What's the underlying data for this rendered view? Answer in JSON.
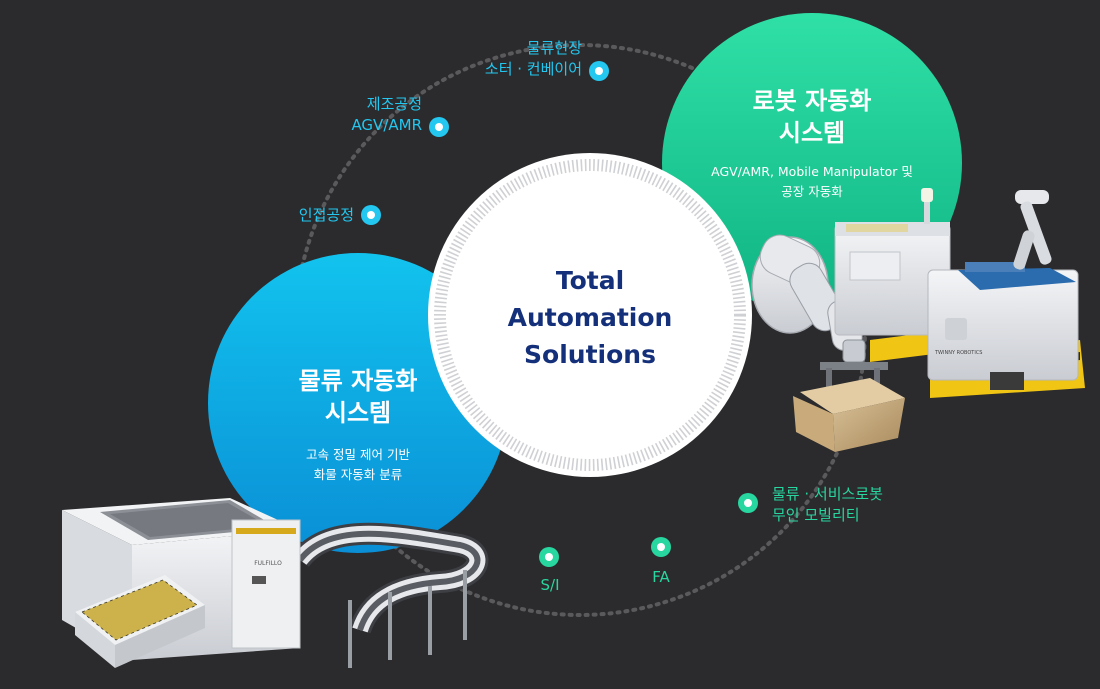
{
  "center": {
    "line1": "Total",
    "line2": "Automation",
    "line3": "Solutions"
  },
  "robot_circle": {
    "title_line1": "로봇 자동화",
    "title_line2": "시스템",
    "sub_line1": "AGV/AMR, Mobile Manipulator 및",
    "sub_line2": "공장 자동화"
  },
  "logistics_circle": {
    "title_line1": "물류 자동화",
    "title_line2": "시스템",
    "sub_line1": "고속 정밀 제어 기반",
    "sub_line2": "화물 자동화 분류"
  },
  "orbit_nodes": {
    "sorter": {
      "line1": "물류현장",
      "line2": "소터 · 컨베이어"
    },
    "agv": {
      "line1": "제조공정",
      "line2": "AGV/AMR"
    },
    "adjacent": {
      "label": "인접공정"
    },
    "mobility": {
      "line1": "물류 · 서비스로봇",
      "line2": "무인 모빌리티"
    },
    "si": {
      "label": "S/I"
    },
    "fa": {
      "label": "FA"
    }
  },
  "devices": {
    "sorter_brand": "FULFILLO",
    "robot_brand": "TWINNY ROBOTICS"
  },
  "colors": {
    "background": "#2b2b2d",
    "cyan": "#23c7f0",
    "green": "#28d6a0",
    "navy": "#15307a"
  }
}
